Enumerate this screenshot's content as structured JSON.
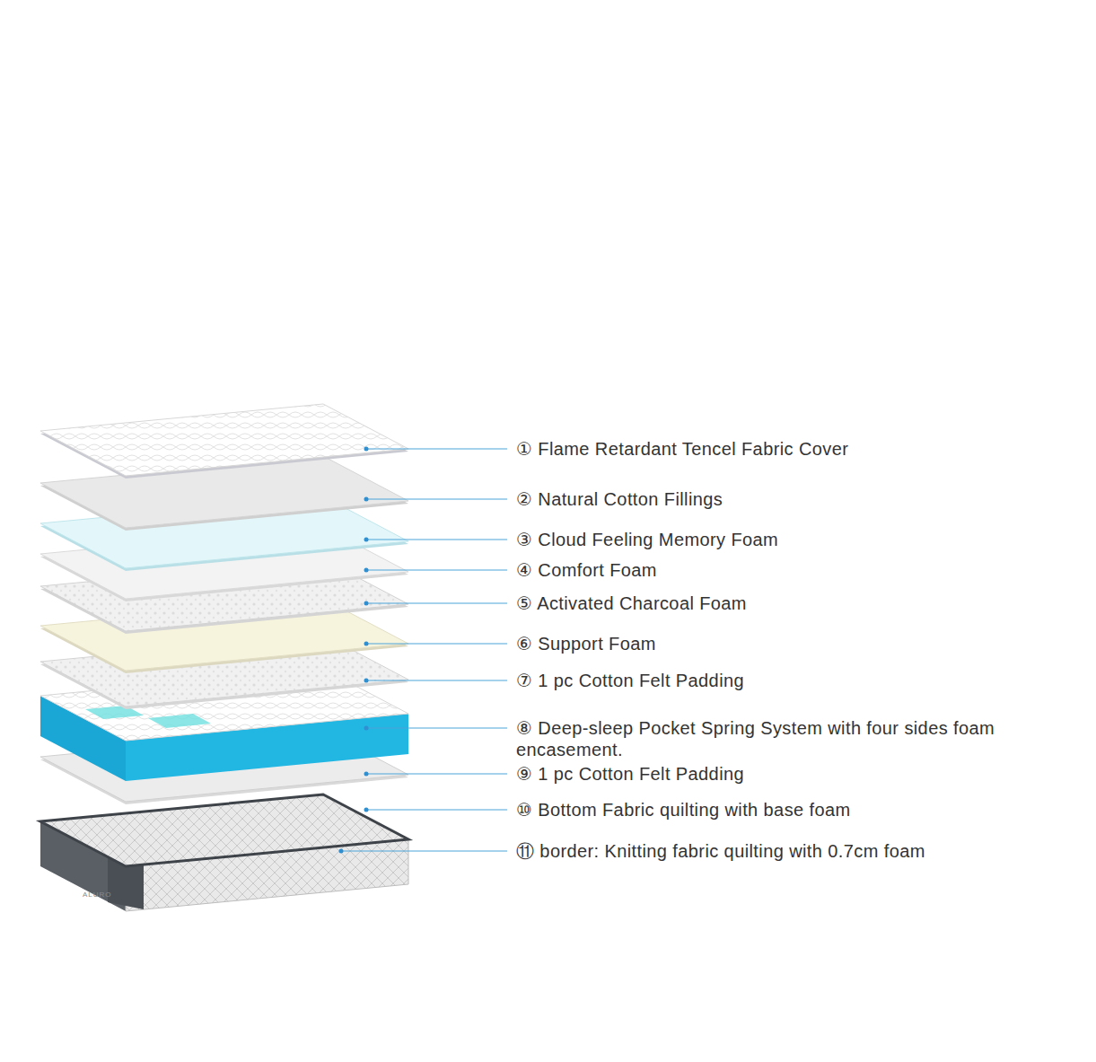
{
  "diagram": {
    "labels": [
      "① Flame Retardant Tencel Fabric Cover",
      "② Natural Cotton Fillings",
      "③ Cloud Feeling Memory Foam",
      "④ Comfort Foam",
      "⑤ Activated Charcoal Foam",
      "⑥ Support Foam",
      "⑦ 1 pc Cotton Felt Padding",
      "⑧ Deep-sleep Pocket Spring System with four sides foam encasement.",
      "⑨ 1 pc Cotton Felt Padding",
      "⑩ Bottom Fabric quilting with base foam",
      "⑪ border: Knitting fabric quilting with 0.7cm foam",
      "ALURO"
    ]
  }
}
